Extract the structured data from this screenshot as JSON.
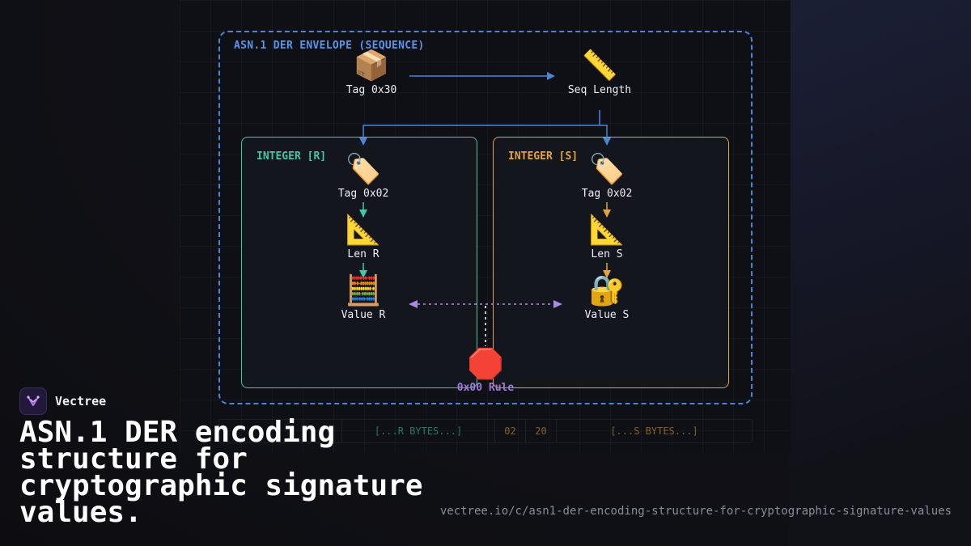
{
  "diagram": {
    "envelope_label": "ASN.1 DER ENVELOPE (SEQUENCE)",
    "colors": {
      "envelope": "#4a86d4",
      "integer_r": "#3ec9a7",
      "integer_s": "#e6a33a",
      "rule": "#9d7bd8"
    },
    "top_nodes": [
      {
        "icon": "package-icon",
        "glyph": "📦",
        "label": "Tag 0x30"
      },
      {
        "icon": "ruler-icon",
        "glyph": "📏",
        "label": "Seq Length"
      }
    ],
    "integer_r": {
      "label": "INTEGER [R]",
      "nodes": [
        {
          "icon": "tag-icon",
          "glyph": "🏷️",
          "label": "Tag 0x02"
        },
        {
          "icon": "triangular-ruler-icon",
          "glyph": "📐",
          "label": "Len R"
        },
        {
          "icon": "abacus-icon",
          "glyph": "🧮",
          "label": "Value R"
        }
      ]
    },
    "integer_s": {
      "label": "INTEGER [S]",
      "nodes": [
        {
          "icon": "tag-icon",
          "glyph": "🏷️",
          "label": "Tag 0x02"
        },
        {
          "icon": "triangular-ruler-icon",
          "glyph": "📐",
          "label": "Len S"
        },
        {
          "icon": "lock-key-icon",
          "glyph": "🔐",
          "label": "Value S"
        }
      ]
    },
    "rule": {
      "icon": "stop-sign-icon",
      "glyph": "🛑",
      "label": "0x00 Rule"
    }
  },
  "byte_strip": [
    {
      "text": "",
      "color": "#3ec9a7"
    },
    {
      "text": "",
      "color": "#3ec9a7"
    },
    {
      "text": "[...R BYTES...]",
      "color": "#3ec9a7"
    },
    {
      "text": "02",
      "color": "#e6a33a"
    },
    {
      "text": "20",
      "color": "#e6a33a"
    },
    {
      "text": "[...S BYTES...]",
      "color": "#e6a33a"
    }
  ],
  "brand": {
    "name": "Vectree"
  },
  "headline": "ASN.1 DER encoding structure for cryptographic signature values.",
  "url": "vectree.io/c/asn1-der-encoding-structure-for-cryptographic-signature-values"
}
